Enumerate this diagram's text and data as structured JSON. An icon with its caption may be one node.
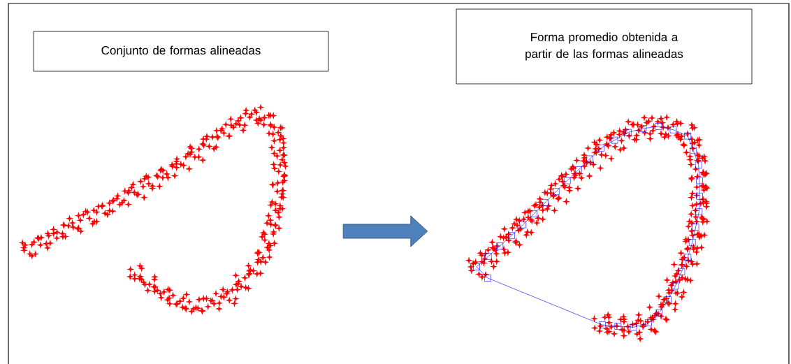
{
  "diagram": {
    "nodes": [
      {
        "text": [
          "Conjunto de formas alineadas"
        ]
      },
      {
        "text": [
          "Forma promedio obtenida a partir de las formas alineadas"
        ]
      },
      {
        "text": [],
        "shape": "picture"
      },
      {
        "text": [],
        "shape": "picture"
      }
    ],
    "edges": [
      {
        "from": 2,
        "to": 3,
        "arrow": "to"
      }
    ]
  }
}
